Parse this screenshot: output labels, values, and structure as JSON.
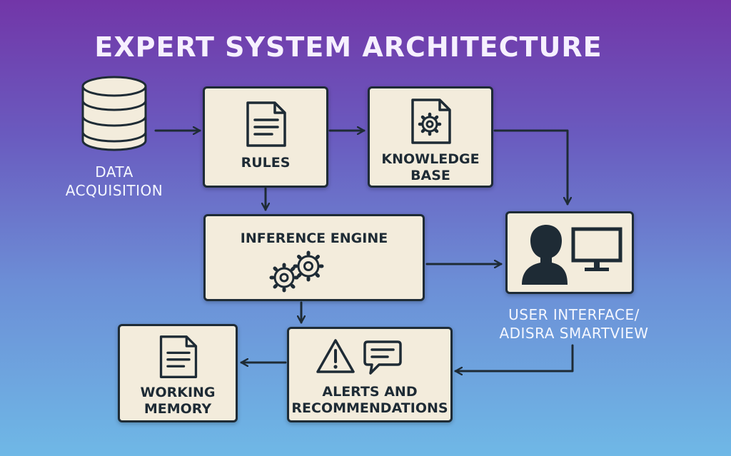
{
  "title": "EXPERT SYSTEM ARCHITECTURE",
  "nodes": {
    "data_acquisition": {
      "line1": "DATA",
      "line2": "ACQUISITION",
      "icon": "database-icon"
    },
    "rules": {
      "label": "RULES",
      "icon": "document-icon"
    },
    "knowledge_base": {
      "line1": "KNOWLEDGE",
      "line2": "BASE",
      "icon": "gear-document-icon"
    },
    "inference_engine": {
      "label": "INFERENCE ENGINE",
      "icon": "gears-icon"
    },
    "user_interface": {
      "line1": "USER INTERFACE/",
      "line2": "ADISRA SMARTVIEW",
      "icon": "user-monitor-icon"
    },
    "alerts": {
      "line1": "ALERTS AND",
      "line2": "RECOMMENDATIONS",
      "icon": "warning-chat-icon"
    },
    "working_memory": {
      "line1": "WORKING",
      "line2": "MEMORY",
      "icon": "document-icon"
    }
  },
  "edges": [
    {
      "from": "data_acquisition",
      "to": "rules"
    },
    {
      "from": "rules",
      "to": "knowledge_base"
    },
    {
      "from": "rules",
      "to": "inference_engine"
    },
    {
      "from": "knowledge_base",
      "to": "user_interface"
    },
    {
      "from": "inference_engine",
      "to": "user_interface"
    },
    {
      "from": "inference_engine",
      "to": "alerts"
    },
    {
      "from": "user_interface",
      "to": "alerts"
    },
    {
      "from": "alerts",
      "to": "working_memory"
    }
  ],
  "colors": {
    "box_fill": "#f3ecdc",
    "stroke": "#1e2b35",
    "accent_text": "#f4f7ff"
  }
}
